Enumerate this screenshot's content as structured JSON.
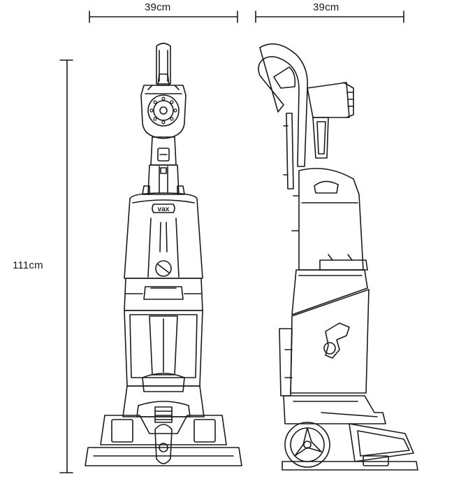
{
  "dimensions": {
    "front_width": "39cm",
    "side_width": "39cm",
    "height": "111cm"
  },
  "brand": {
    "logo_text": "vax"
  },
  "colors": {
    "line": "#1a1a1a",
    "background": "#ffffff"
  }
}
